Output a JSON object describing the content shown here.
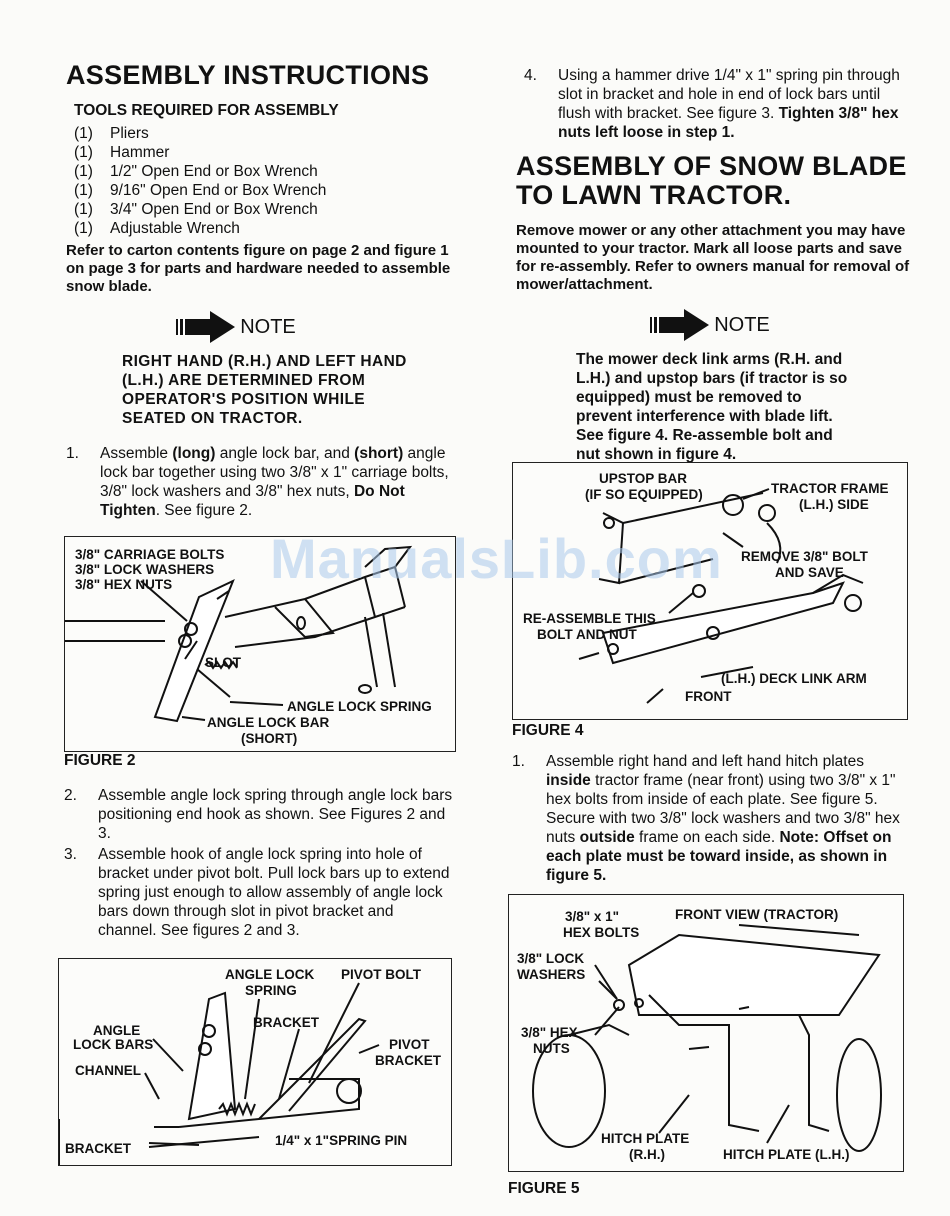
{
  "left": {
    "title": "ASSEMBLY INSTRUCTIONS",
    "tools_heading": "TOOLS REQUIRED FOR ASSEMBLY",
    "tools": [
      {
        "qty": "(1)",
        "name": "Pliers"
      },
      {
        "qty": "(1)",
        "name": "Hammer"
      },
      {
        "qty": "(1)",
        "name": "1/2\" Open End or Box Wrench"
      },
      {
        "qty": "(1)",
        "name": "9/16\" Open End or Box Wrench"
      },
      {
        "qty": "(1)",
        "name": "3/4\" Open End or Box Wrench"
      },
      {
        "qty": "(1)",
        "name": "Adjustable Wrench"
      }
    ],
    "refer_text": "Refer to carton contents figure on page 2 and figure 1 on page 3 for parts and hardware needed to assemble snow blade.",
    "note_label": "NOTE",
    "note_text": "RIGHT HAND (R.H.) AND LEFT HAND (L.H.) ARE DETERMINED FROM OPERATOR'S POSITION WHILE SEATED ON TRACTOR.",
    "step1_num": "1.",
    "step1_a": "Assemble ",
    "step1_b": "(long)",
    "step1_c": " angle lock bar, and ",
    "step1_d": "(short)",
    "step1_e": " angle lock bar together using two 3/8\" x 1\" carriage bolts, 3/8\" lock washers and 3/8\" hex nuts, ",
    "step1_f": "Do Not Tighten",
    "step1_g": ". See figure 2.",
    "fig2": {
      "labels": [
        "3/8\" CARRIAGE BOLTS",
        "3/8\" LOCK WASHERS",
        "3/8\" HEX NUTS",
        "SLOT",
        "ANGLE LOCK SPRING",
        "ANGLE LOCK BAR",
        "(SHORT)"
      ],
      "caption": "FIGURE 2"
    },
    "step2_num": "2.",
    "step2": "Assemble angle lock spring through angle lock bars positioning end hook as shown. See Figures 2 and 3.",
    "step3_num": "3.",
    "step3": "Assemble hook of angle lock spring into hole of bracket under pivot bolt. Pull lock bars up to extend spring just enough to allow assembly of angle lock bars down through slot in pivot bracket and channel. See figures 2 and 3.",
    "fig3": {
      "labels": [
        "ANGLE LOCK",
        "SPRING",
        "PIVOT BOLT",
        "BRACKET",
        "ANGLE",
        "LOCK BARS",
        "CHANNEL",
        "PIVOT",
        "BRACKET",
        "BRACKET",
        "1/4\" x 1\"SPRING PIN"
      ]
    }
  },
  "right": {
    "step4_num": "4.",
    "step4_a": "Using a hammer drive 1/4\" x 1\" spring pin through slot in bracket and hole in end of lock bars until flush with bracket. See figure 3. ",
    "step4_b": "Tighten 3/8\" hex nuts left loose in step 1.",
    "title": "ASSEMBLY OF SNOW BLADE TO LAWN TRACTOR.",
    "intro": "Remove mower or any other attachment you may have mounted to your tractor. Mark all loose parts and save for re-assembly. Refer to owners manual for removal of mower/attachment.",
    "note_label": "NOTE",
    "note_text": "The mower deck link arms (R.H. and L.H.) and upstop bars (if tractor is so equipped) must be removed to prevent interference with blade lift. See figure 4. Re-assemble bolt and nut shown in figure 4.",
    "fig4": {
      "labels": [
        "UPSTOP BAR",
        "(IF SO EQUIPPED)",
        "TRACTOR FRAME",
        "(L.H.) SIDE",
        "REMOVE 3/8\" BOLT",
        "AND SAVE",
        "RE-ASSEMBLE THIS",
        "BOLT AND NUT",
        "(L.H.) DECK LINK ARM",
        "FRONT"
      ],
      "caption": "FIGURE 4"
    },
    "step1_num": "1.",
    "step1_a": "Assemble right hand and left hand hitch plates ",
    "step1_b": "inside",
    "step1_c": " tractor frame (near front) using two 3/8\" x 1\" hex bolts from inside of each plate. See figure 5. Secure with two 3/8\" lock washers and two 3/8\" hex nuts ",
    "step1_d": "outside",
    "step1_e": " frame on each side. ",
    "step1_f": "Note: Offset on each plate must be toward inside, as shown in figure 5.",
    "fig5": {
      "labels": [
        "3/8\" x 1\"",
        "HEX BOLTS",
        "FRONT VIEW (TRACTOR)",
        "3/8\" LOCK",
        "WASHERS",
        "3/8\" HEX",
        "NUTS",
        "HITCH PLATE",
        "(R.H.)",
        "HITCH PLATE (L.H.)"
      ],
      "caption": "FIGURE 5"
    }
  },
  "watermark": "ManualsLib.com"
}
